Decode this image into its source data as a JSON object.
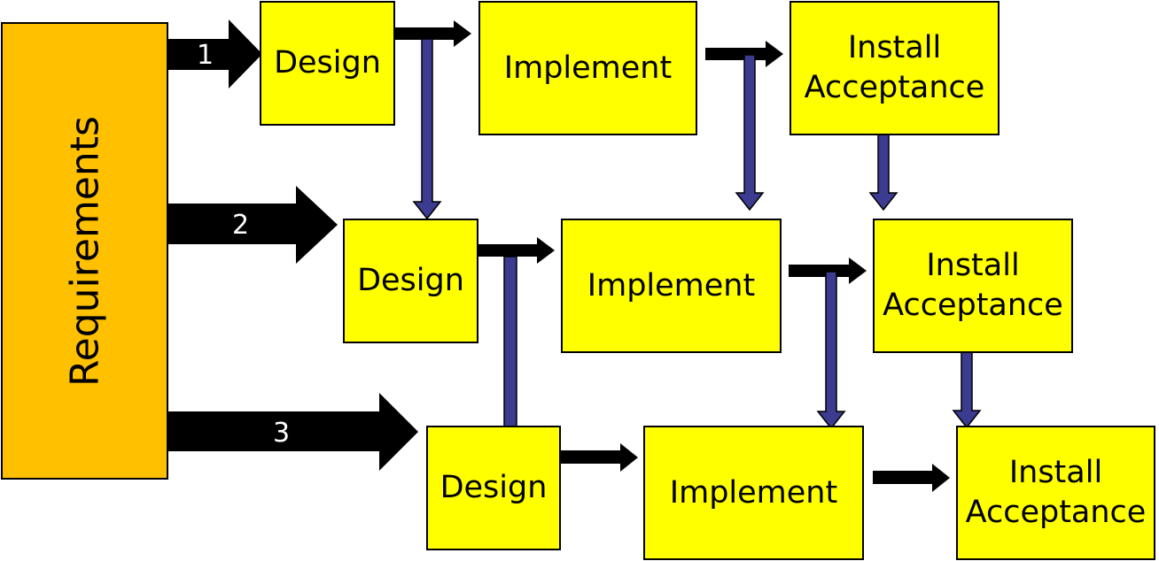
{
  "colors": {
    "requirements_fill": "#FFC000",
    "stage_fill": "#FFFF00",
    "flow_arrow": "#000000",
    "handoff_arrow": "#3B3B8F"
  },
  "requirements": {
    "label": "Requirements"
  },
  "increments": [
    {
      "number": "1",
      "stages": {
        "design": [
          "Design"
        ],
        "implement": [
          "Implement"
        ],
        "install": [
          "Install",
          "Acceptance"
        ]
      }
    },
    {
      "number": "2",
      "stages": {
        "design": [
          "Design"
        ],
        "implement": [
          "Implement"
        ],
        "install": [
          "Install",
          "Acceptance"
        ]
      }
    },
    {
      "number": "3",
      "stages": {
        "design": [
          "Design"
        ],
        "implement": [
          "Implement"
        ],
        "install": [
          "Install",
          "Acceptance"
        ]
      }
    }
  ]
}
